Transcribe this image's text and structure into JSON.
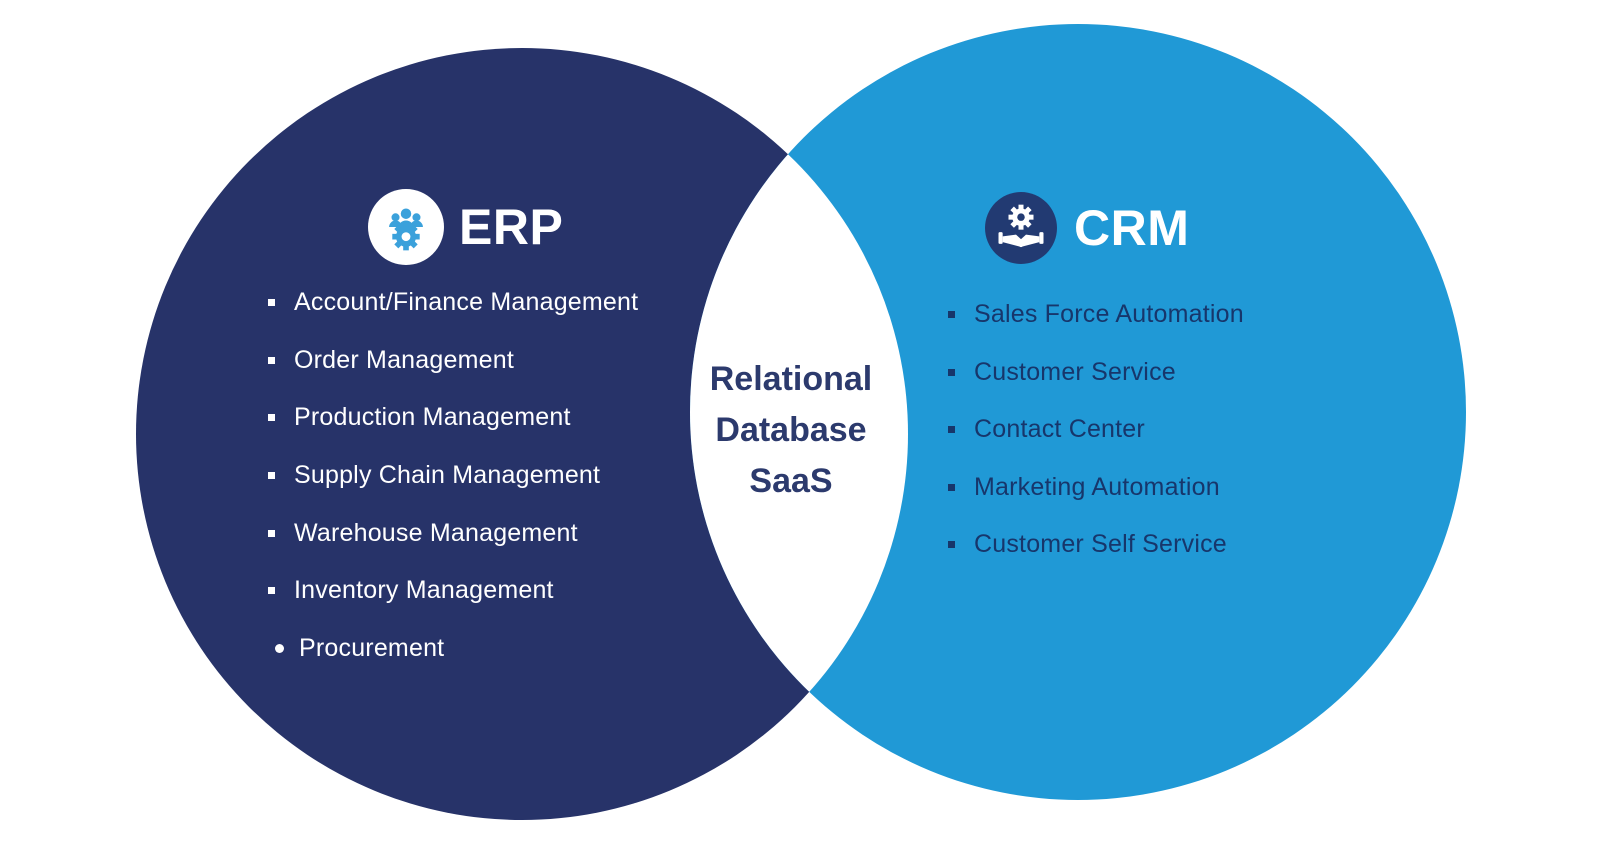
{
  "venn": {
    "background_color": "#ffffff",
    "left_circle": {
      "title": "ERP",
      "icon": "team-gear-icon",
      "color": "#273369",
      "text_color": "#ffffff",
      "icon_glyph_color": "#3ba1db",
      "items": [
        "Account/Finance Management",
        "Order Management",
        "Production Management",
        "Supply Chain Management",
        "Warehouse Management",
        "Inventory Management",
        "Procurement"
      ]
    },
    "right_circle": {
      "title": "CRM",
      "icon": "gear-handshake-icon",
      "color": "#2099d6",
      "text_color": "#17366b",
      "icon_badge_color": "#223a72",
      "items": [
        "Sales Force Automation",
        "Customer Service",
        "Contact Center",
        "Marketing Automation",
        "Customer Self Service"
      ]
    },
    "intersection": {
      "lines": [
        "Relational",
        "Database",
        "SaaS"
      ],
      "fill_color": "#ffffff",
      "text_color": "#2c3a6d"
    }
  }
}
